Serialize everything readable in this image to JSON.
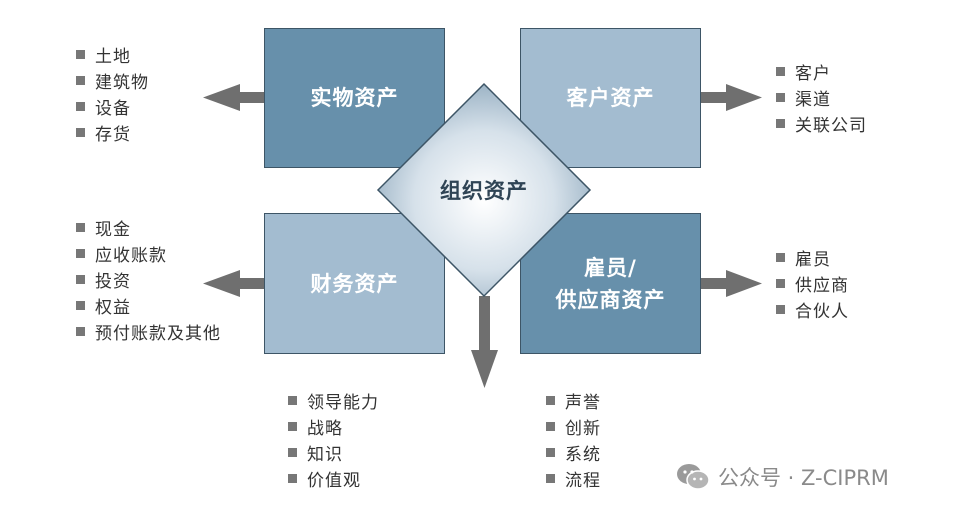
{
  "center": {
    "label": "组织资产"
  },
  "boxes": {
    "physical": "实物资产",
    "customer": "客户资产",
    "financial": "财务资产",
    "employee": "雇员/\n供应商资产"
  },
  "lists": {
    "physical": [
      "土地",
      "建筑物",
      "设备",
      "存货"
    ],
    "customer": [
      "客户",
      "渠道",
      "关联公司"
    ],
    "financial": [
      "现金",
      "应收账款",
      "投资",
      "权益",
      "预付账款及其他"
    ],
    "employee": [
      "雇员",
      "供应商",
      "合伙人"
    ],
    "organization_a": [
      "领导能力",
      "战略",
      "知识",
      "价值观"
    ],
    "organization_b": [
      "声誉",
      "创新",
      "系统",
      "流程"
    ]
  },
  "watermark": {
    "text": "公众号 · Z-CIPRM",
    "icon": "wechat-icon"
  },
  "colors": {
    "dark_box": "#6790ab",
    "light_box": "#a3bcd0",
    "arrow": "#6f6f6f",
    "bullet": "#777777"
  }
}
